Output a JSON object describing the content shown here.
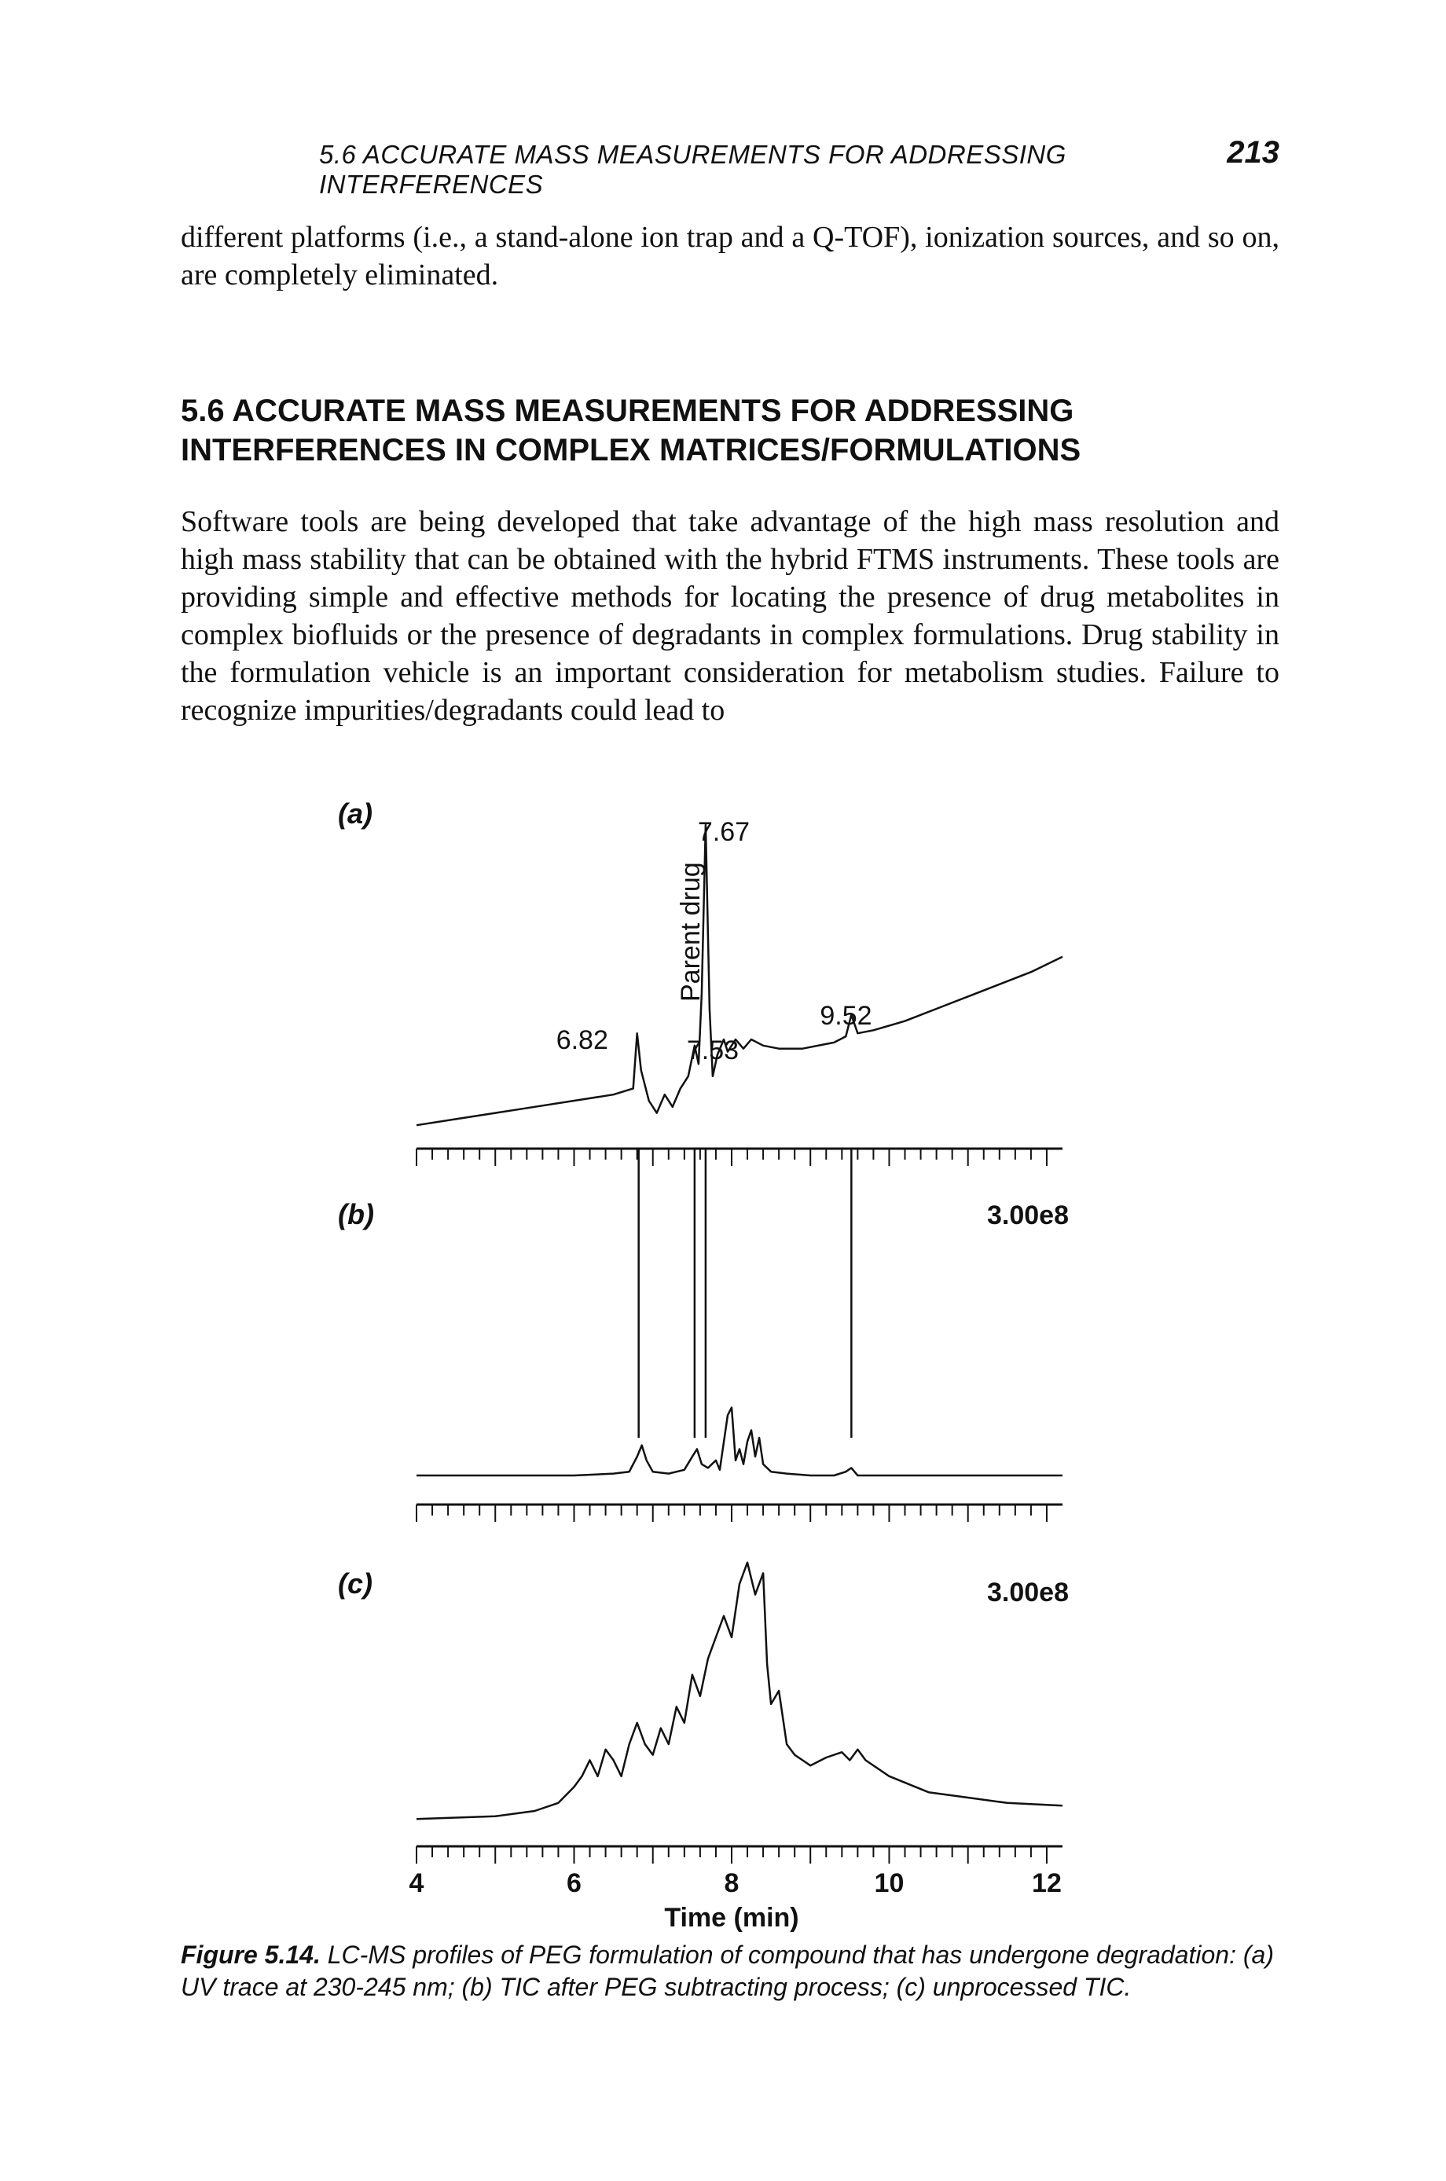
{
  "page": {
    "running_head": "5.6 ACCURATE MASS MEASUREMENTS FOR ADDRESSING INTERFERENCES",
    "page_number": "213"
  },
  "paragraph_1": "different platforms (i.e., a stand-alone ion trap and a Q-TOF), ionization sources, and so on, are completely eliminated.",
  "section": {
    "heading": "5.6 ACCURATE MASS MEASUREMENTS FOR ADDRESSING INTERFERENCES IN COMPLEX MATRICES/FORMULATIONS"
  },
  "paragraph_2": "Software tools are being developed that take advantage of the high mass resolution and high mass stability that can be obtained with the hybrid FTMS instruments. These tools are providing simple and effective methods for locating the presence of drug metabolites in complex biofluids or the presence of degradants in complex formulations. Drug stability in the formulation vehicle is an important consideration for metabolism studies. Failure to recognize impurities/degradants could lead to",
  "figure": {
    "caption_label": "Figure 5.14.",
    "caption_text": "LC-MS profiles of PEG formulation of compound that has undergone degradation: (a) UV trace at 230-245 nm; (b) TIC after PEG subtracting process; (c) unprocessed TIC.",
    "x_label": "Time (min)",
    "x_ticks": [
      "4",
      "6",
      "8",
      "10",
      "12"
    ],
    "marker_times": [
      6.82,
      7.53,
      7.67,
      9.52
    ]
  },
  "chart_data": [
    {
      "type": "line",
      "panel": "(a)",
      "description_labels": [
        "Parent drug"
      ],
      "x_range": [
        4,
        12.2
      ],
      "peak_labels": [
        {
          "x": 6.82,
          "label": "6.82"
        },
        {
          "x": 7.53,
          "label": "7.53"
        },
        {
          "x": 7.67,
          "label": "7.67"
        },
        {
          "x": 9.52,
          "label": "9.52"
        }
      ],
      "annotation": "Parent drug",
      "points": [
        [
          4.0,
          0.02
        ],
        [
          4.5,
          0.04
        ],
        [
          5.0,
          0.06
        ],
        [
          5.5,
          0.08
        ],
        [
          6.0,
          0.1
        ],
        [
          6.5,
          0.12
        ],
        [
          6.75,
          0.14
        ],
        [
          6.8,
          0.32
        ],
        [
          6.85,
          0.2
        ],
        [
          6.95,
          0.1
        ],
        [
          7.05,
          0.06
        ],
        [
          7.15,
          0.12
        ],
        [
          7.25,
          0.08
        ],
        [
          7.35,
          0.14
        ],
        [
          7.45,
          0.18
        ],
        [
          7.53,
          0.28
        ],
        [
          7.58,
          0.22
        ],
        [
          7.62,
          0.45
        ],
        [
          7.67,
          1.0
        ],
        [
          7.72,
          0.4
        ],
        [
          7.76,
          0.18
        ],
        [
          7.82,
          0.25
        ],
        [
          7.9,
          0.3
        ],
        [
          7.95,
          0.26
        ],
        [
          8.05,
          0.3
        ],
        [
          8.15,
          0.27
        ],
        [
          8.25,
          0.3
        ],
        [
          8.4,
          0.28
        ],
        [
          8.6,
          0.27
        ],
        [
          8.9,
          0.27
        ],
        [
          9.3,
          0.29
        ],
        [
          9.45,
          0.31
        ],
        [
          9.52,
          0.38
        ],
        [
          9.6,
          0.32
        ],
        [
          9.8,
          0.33
        ],
        [
          10.2,
          0.36
        ],
        [
          10.6,
          0.4
        ],
        [
          11.0,
          0.44
        ],
        [
          11.4,
          0.48
        ],
        [
          11.8,
          0.52
        ],
        [
          12.2,
          0.57
        ]
      ]
    },
    {
      "type": "line",
      "panel": "(b)",
      "scale_label": "3.00e8",
      "x_range": [
        4,
        12.2
      ],
      "points": [
        [
          4.0,
          0.0
        ],
        [
          5.0,
          0.0
        ],
        [
          6.0,
          0.0
        ],
        [
          6.5,
          0.01
        ],
        [
          6.7,
          0.02
        ],
        [
          6.8,
          0.1
        ],
        [
          6.86,
          0.16
        ],
        [
          6.92,
          0.08
        ],
        [
          7.0,
          0.02
        ],
        [
          7.2,
          0.01
        ],
        [
          7.4,
          0.03
        ],
        [
          7.5,
          0.1
        ],
        [
          7.56,
          0.14
        ],
        [
          7.62,
          0.06
        ],
        [
          7.7,
          0.04
        ],
        [
          7.8,
          0.08
        ],
        [
          7.85,
          0.03
        ],
        [
          7.95,
          0.32
        ],
        [
          8.0,
          0.36
        ],
        [
          8.05,
          0.08
        ],
        [
          8.1,
          0.14
        ],
        [
          8.15,
          0.06
        ],
        [
          8.2,
          0.18
        ],
        [
          8.25,
          0.24
        ],
        [
          8.3,
          0.1
        ],
        [
          8.35,
          0.2
        ],
        [
          8.4,
          0.06
        ],
        [
          8.5,
          0.02
        ],
        [
          8.7,
          0.01
        ],
        [
          9.0,
          0.0
        ],
        [
          9.3,
          0.0
        ],
        [
          9.45,
          0.02
        ],
        [
          9.52,
          0.04
        ],
        [
          9.6,
          0.0
        ],
        [
          10.0,
          0.0
        ],
        [
          11.0,
          0.0
        ],
        [
          12.2,
          0.0
        ]
      ]
    },
    {
      "type": "line",
      "panel": "(c)",
      "scale_label": "3.00e8",
      "x_range": [
        4,
        12.2
      ],
      "points": [
        [
          4.0,
          0.02
        ],
        [
          5.0,
          0.03
        ],
        [
          5.5,
          0.05
        ],
        [
          5.8,
          0.08
        ],
        [
          6.0,
          0.14
        ],
        [
          6.1,
          0.18
        ],
        [
          6.2,
          0.24
        ],
        [
          6.3,
          0.18
        ],
        [
          6.4,
          0.28
        ],
        [
          6.5,
          0.24
        ],
        [
          6.6,
          0.18
        ],
        [
          6.7,
          0.3
        ],
        [
          6.8,
          0.38
        ],
        [
          6.9,
          0.3
        ],
        [
          7.0,
          0.26
        ],
        [
          7.1,
          0.36
        ],
        [
          7.2,
          0.3
        ],
        [
          7.3,
          0.44
        ],
        [
          7.4,
          0.38
        ],
        [
          7.5,
          0.56
        ],
        [
          7.6,
          0.48
        ],
        [
          7.7,
          0.62
        ],
        [
          7.8,
          0.7
        ],
        [
          7.9,
          0.78
        ],
        [
          8.0,
          0.7
        ],
        [
          8.1,
          0.9
        ],
        [
          8.2,
          0.98
        ],
        [
          8.3,
          0.86
        ],
        [
          8.4,
          0.94
        ],
        [
          8.45,
          0.6
        ],
        [
          8.5,
          0.45
        ],
        [
          8.6,
          0.5
        ],
        [
          8.7,
          0.3
        ],
        [
          8.8,
          0.26
        ],
        [
          8.9,
          0.24
        ],
        [
          9.0,
          0.22
        ],
        [
          9.2,
          0.25
        ],
        [
          9.4,
          0.27
        ],
        [
          9.5,
          0.24
        ],
        [
          9.6,
          0.28
        ],
        [
          9.7,
          0.24
        ],
        [
          10.0,
          0.18
        ],
        [
          10.5,
          0.12
        ],
        [
          11.0,
          0.1
        ],
        [
          11.5,
          0.08
        ],
        [
          12.2,
          0.07
        ]
      ]
    }
  ]
}
